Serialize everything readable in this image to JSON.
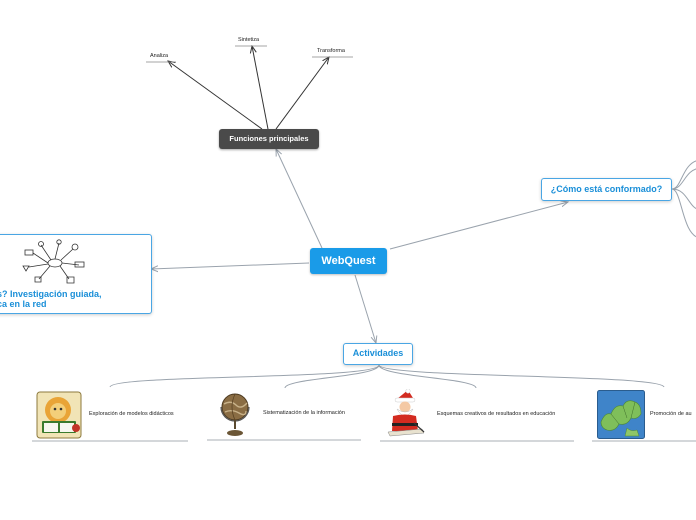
{
  "central": {
    "label": "WebQuest"
  },
  "funciones": {
    "label": "Funciones principales",
    "children": [
      "Analiza",
      "Sintetiza",
      "Transforma"
    ]
  },
  "conformado": {
    "label": "¿Cómo está conformado?"
  },
  "left_topic": {
    "lines": [
      "s? Investigación guiada,",
      "ca en la red"
    ]
  },
  "actividades": {
    "label": "Actividades",
    "children": [
      {
        "label": "Exploración de modelos didácticos",
        "icon": "reading-lion-icon"
      },
      {
        "label": "Sistematización de la información",
        "icon": "globe-icon"
      },
      {
        "label": "Esquemas creativos de resultados en educación",
        "icon": "writing-santa-icon"
      },
      {
        "label": "Promoción de au",
        "icon": "europe-map-icon"
      }
    ]
  },
  "colors": {
    "central_bg": "#1a9be8",
    "topic_border": "#4aa6e4",
    "topic_text": "#1a8fd8",
    "dark_node": "#4a4a4a",
    "connector": "#9aa3ad"
  }
}
